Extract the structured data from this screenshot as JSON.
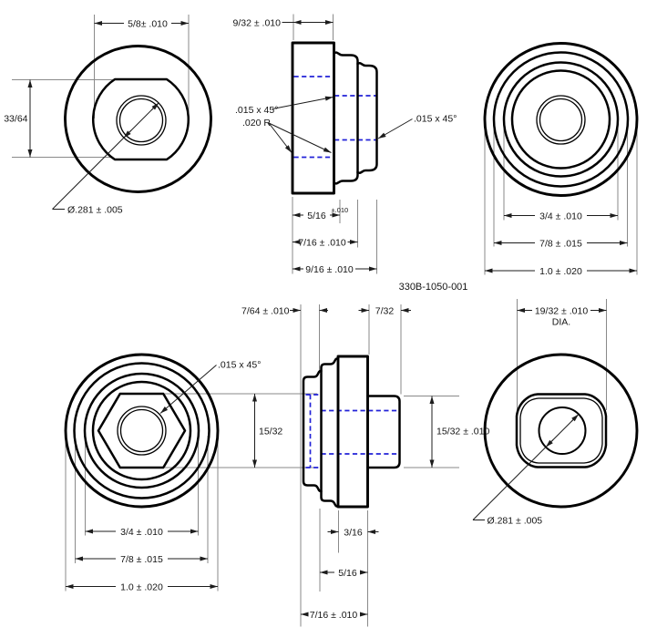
{
  "drawing": {
    "part_number": "330B-1050-001",
    "colors": {
      "outline": "#000000",
      "hidden_line": "#2222d8",
      "dimension_line": "#1c1c1c",
      "extension_line": "#8a8a8a",
      "text": "#141414"
    },
    "views": {
      "front_top": {
        "width_dim": "5/8± .010",
        "height_dim": "33/64",
        "hole_dim": "Ø.281 ± .005"
      },
      "section_top": {
        "boss_len": "9/32 ± .010",
        "chamfer_left": ".015 x 45°",
        "fillet": ".020 R",
        "chamfer_right": ".015 x 45°",
        "len1": "5/16",
        "len1_tol": "±.010",
        "len2": "7/16 ± .010",
        "len3": "9/16 ± .010"
      },
      "back_top": {
        "dia1": "3/4 ± .010",
        "dia2": "7/8 ± .015",
        "dia3": "1.0 ± .020"
      },
      "front_bottom": {
        "chamfer": ".015 x 45°",
        "hex_flats": "15/32",
        "dia1": "3/4 ± .010",
        "dia2": "7/8 ± .015",
        "dia3": "1.0 ± .020"
      },
      "section_bottom": {
        "socket_depth": "7/64 ± .010",
        "boss_len": "7/32",
        "boss_dia": "15/32 ± .010",
        "flange_len": "3/16",
        "len2": "5/16",
        "len3": "7/16 ± .010"
      },
      "back_bottom": {
        "boss_dia": "19/32 ± .010",
        "dia_suffix": "DIA.",
        "hole_dim": "Ø.281 ± .005"
      }
    }
  }
}
